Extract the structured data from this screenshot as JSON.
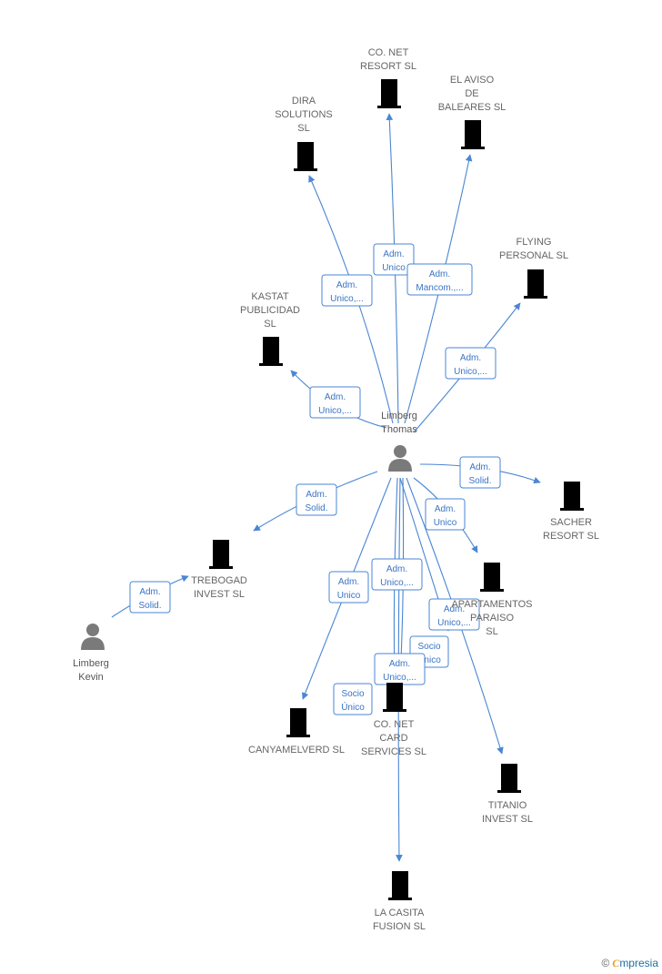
{
  "diagram": {
    "center_person": {
      "label": [
        "Limberg",
        "Thomas"
      ]
    },
    "secondary_person": {
      "label": [
        "Limberg",
        "Kevin"
      ]
    },
    "companies": [
      {
        "id": "co-net-resort",
        "label": [
          "CO. NET",
          "RESORT  SL"
        ]
      },
      {
        "id": "el-aviso",
        "label": [
          "EL AVISO",
          "DE",
          "BALEARES  SL"
        ]
      },
      {
        "id": "dira",
        "label": [
          "DIRA",
          "SOLUTIONS",
          "SL"
        ]
      },
      {
        "id": "flying",
        "label": [
          "FLYING",
          "PERSONAL  SL"
        ]
      },
      {
        "id": "kastat",
        "label": [
          "KASTAT",
          "PUBLICIDAD",
          "SL"
        ]
      },
      {
        "id": "sacher",
        "label": [
          "SACHER",
          "RESORT  SL"
        ]
      },
      {
        "id": "trebogad",
        "label": [
          "TREBOGAD",
          "INVEST  SL"
        ],
        "highlight": true
      },
      {
        "id": "apartamentos",
        "label": [
          "APARTAMENTOS",
          "PARAISO",
          "SL"
        ]
      },
      {
        "id": "canyamelverd",
        "label": [
          "CANYAMELVERD SL"
        ]
      },
      {
        "id": "co-net-card",
        "label": [
          "CO.  NET",
          "CARD",
          "SERVICES  SL"
        ]
      },
      {
        "id": "titanio",
        "label": [
          "TITANIO",
          "INVEST  SL"
        ]
      },
      {
        "id": "la-casita",
        "label": [
          "LA CASITA",
          "FUSION  SL"
        ]
      }
    ],
    "edge_labels": [
      {
        "id": "e-co-net-resort",
        "lines": [
          "Adm.",
          "Unico"
        ]
      },
      {
        "id": "e-el-aviso",
        "lines": [
          "Adm.",
          "Mancom.,..."
        ]
      },
      {
        "id": "e-dira",
        "lines": [
          "Adm.",
          "Unico,..."
        ]
      },
      {
        "id": "e-flying",
        "lines": [
          "Adm.",
          "Unico,..."
        ]
      },
      {
        "id": "e-kastat",
        "lines": [
          "Adm.",
          "Unico,..."
        ]
      },
      {
        "id": "e-sacher",
        "lines": [
          "Adm.",
          "Solid."
        ]
      },
      {
        "id": "e-trebogad-thomas",
        "lines": [
          "Adm.",
          "Solid."
        ]
      },
      {
        "id": "e-trebogad-kevin",
        "lines": [
          "Adm.",
          "Solid."
        ]
      },
      {
        "id": "e-apartamentos",
        "lines": [
          "Adm.",
          "Unico"
        ]
      },
      {
        "id": "e-canyamelverd",
        "lines": [
          "Adm.",
          "Unico"
        ]
      },
      {
        "id": "e-card-1",
        "lines": [
          "Adm.",
          "Unico,..."
        ]
      },
      {
        "id": "e-titanio",
        "lines": [
          "Adm.",
          "Unico,..."
        ]
      },
      {
        "id": "e-socio-1",
        "lines": [
          "Socio",
          "Único"
        ]
      },
      {
        "id": "e-card-2",
        "lines": [
          "Adm.",
          "Unico,..."
        ]
      },
      {
        "id": "e-socio-2",
        "lines": [
          "Socio",
          "Único"
        ]
      }
    ]
  },
  "footer": {
    "copyright": "©",
    "brand_first": "C",
    "brand_rest": "mpresia"
  },
  "colors": {
    "edge": "#4a86d4",
    "company": "#808080",
    "highlight": "#f26a35",
    "person": "#7a7a7a"
  }
}
